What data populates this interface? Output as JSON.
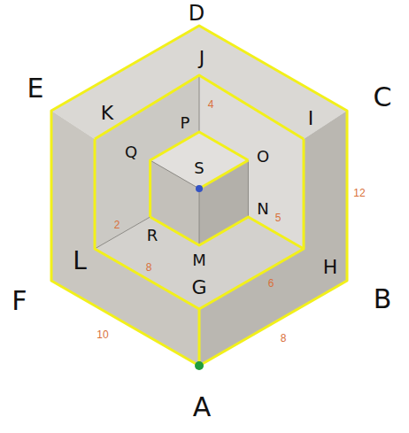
{
  "diagram": {
    "labels": [
      "D",
      "E",
      "C",
      "J",
      "K",
      "I",
      "4",
      "P",
      "Q",
      "O",
      "S",
      "12",
      "2",
      "R",
      "N",
      "5",
      "M",
      "L",
      "8",
      "6",
      "G",
      "H",
      "F",
      "B",
      "10",
      "8",
      "A"
    ]
  }
}
